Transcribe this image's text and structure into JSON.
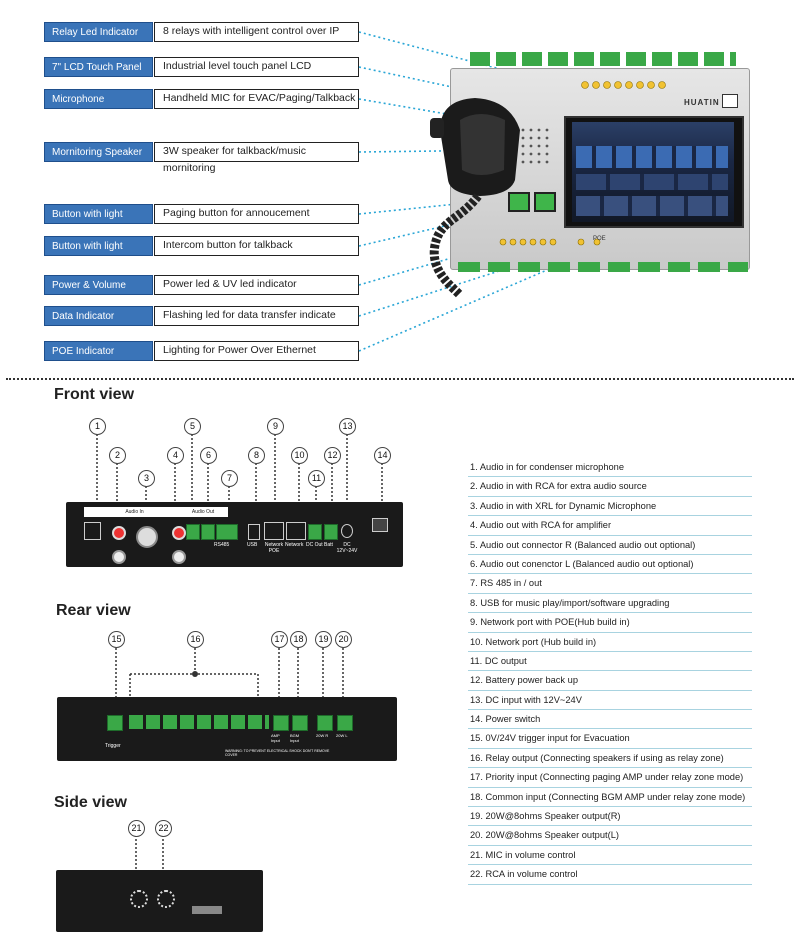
{
  "callouts": [
    {
      "label": "Relay Led Indicator",
      "desc": "8 relays with intelligent control over IP"
    },
    {
      "label": "7\" LCD Touch Panel",
      "desc": "Industrial level touch panel LCD"
    },
    {
      "label": "Microphone",
      "desc": "Handheld MIC for EVAC/Paging/Talkback"
    },
    {
      "label": "Mornitoring Speaker",
      "desc": "3W speaker for talkback/music mornitoring"
    },
    {
      "label": "Button with light",
      "desc": "Paging button for annoucement"
    },
    {
      "label": "Button with light",
      "desc": "Intercom button for talkback"
    },
    {
      "label": "Power & Volume",
      "desc": "Power led & UV led indicator"
    },
    {
      "label": "Data Indicator",
      "desc": "Flashing led for data transfer indicate"
    },
    {
      "label": "POE Indicator",
      "desc": "Lighting for Power Over Ethernet"
    }
  ],
  "device": {
    "brand": "HUATIN",
    "poe_label": "POE"
  },
  "sections": {
    "front": "Front view",
    "rear": "Rear view",
    "side": "Side view"
  },
  "front_numbers": [
    "1",
    "2",
    "3",
    "4",
    "5",
    "6",
    "7",
    "8",
    "9",
    "10",
    "11",
    "12",
    "13",
    "14"
  ],
  "rear_numbers": [
    "15",
    "16",
    "17",
    "18",
    "19",
    "20"
  ],
  "side_numbers": [
    "21",
    "22"
  ],
  "front_labels": {
    "audio_in": "Audio In",
    "audio_out": "Audio Out",
    "rs485": "RS485",
    "usb": "USB",
    "network_poe": "Network POE",
    "network": "Network",
    "dc_out": "DC Out",
    "batt": "Batt",
    "dc": "DC 12V~24V"
  },
  "rear_labels": {
    "trigger": "Trigger",
    "amp_input": "AMP Input",
    "bgm_input": "BGM Input",
    "out_r": "20W R",
    "out_l": "20W L",
    "warning": "WARNING: TO PREVENT ELECTRICAL SHOCK DON'T REMOVE COVER"
  },
  "legend": [
    "1. Audio in for condenser microphone",
    "2. Audio in with RCA for extra audio source",
    "3. Audio in with XRL for Dynamic Microphone",
    "4. Audio out with RCA for amplifier",
    "5. Audio out connector R (Balanced audio out optional)",
    "6. Audio out conenctor L (Balanced audio out optional)",
    "7. RS 485 in / out",
    "8. USB for music play/import/software upgrading",
    "9. Network port with POE(Hub build in)",
    "10. Network port (Hub build in)",
    "11. DC output",
    "12. Battery power back up",
    "13. DC input with 12V~24V",
    "14. Power switch",
    "15. 0V/24V trigger input for Evacuation",
    "16. Relay output (Connecting speakers if using as relay zone)",
    "17. Priority input (Connecting paging AMP under relay zone mode)",
    "18. Common input (Connecting BGM AMP under relay zone  mode)",
    "19. 20W@8ohms Speaker output(R)",
    "20. 20W@8ohms Speaker output(L)",
    "21. MIC in volume control",
    "22. RCA in volume control"
  ]
}
